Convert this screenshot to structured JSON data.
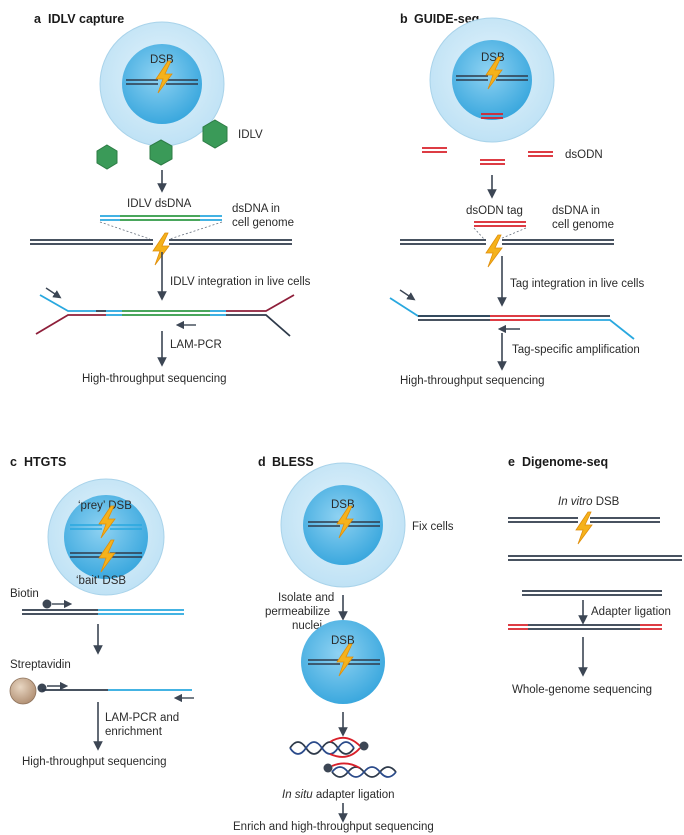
{
  "panels": {
    "a": {
      "letter": "a",
      "title": "IDLV capture",
      "dsb": "DSB",
      "idlv": "IDLV",
      "idlv_dsdna": "IDLV dsDNA",
      "genome_l1": "dsDNA in",
      "genome_l2": "cell genome",
      "step1": "IDLV integration in live cells",
      "step2": "LAM-PCR",
      "result": "High-throughput sequencing"
    },
    "b": {
      "letter": "b",
      "title": "GUIDE-seq",
      "dsb": "DSB",
      "dsodn": "dsODN",
      "dsodn_tag": "dsODN tag",
      "genome_l1": "dsDNA in",
      "genome_l2": "cell genome",
      "step1": "Tag integration in live cells",
      "step2": "Tag-specific amplification",
      "result": "High-throughput sequencing"
    },
    "c": {
      "letter": "c",
      "title": "HTGTS",
      "prey": "‘prey’ DSB",
      "bait": "‘bait’ DSB",
      "biotin": "Biotin",
      "streptavidin": "Streptavidin",
      "step_l1": "LAM-PCR and",
      "step_l2": "enrichment",
      "result": "High-throughput sequencing"
    },
    "d": {
      "letter": "d",
      "title": "BLESS",
      "dsb1": "DSB",
      "fix": "Fix cells",
      "isolate_l1": "Isolate and",
      "isolate_l2": "permeabilize",
      "isolate_l3": "nuclei",
      "dsb2": "DSB",
      "insitu_italic": "In situ",
      "insitu_rest": " adapter ligation",
      "result": "Enrich and high-throughput sequencing"
    },
    "e": {
      "letter": "e",
      "title": "Digenome-seq",
      "invitro_italic": "In vitro",
      "invitro_rest": " DSB",
      "adapter": "Adapter ligation",
      "result": "Whole-genome sequencing"
    }
  },
  "colors": {
    "dna_dark": "#2e3a4a",
    "dna_blue": "#29a8df",
    "dna_green": "#2f9a45",
    "dna_red": "#d8202a",
    "dna_maroon": "#8e1f3a",
    "cell_outer": "#cfe9f7",
    "nucleus": "#4ab3e4",
    "lightning": "#f5b21b",
    "idlv_hex": "#3a9a58",
    "arrow": "#3c4654"
  }
}
